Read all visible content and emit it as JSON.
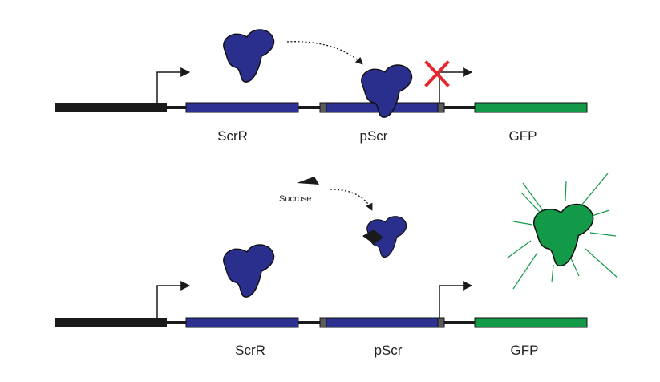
{
  "colors": {
    "repressor": "#2a2f8e",
    "gene_blue": "#2c3192",
    "gfp": "#139a48",
    "dna": "#1a1a1a",
    "operator": "#5a5a5a",
    "block_x": "#e8262b",
    "glow": "#139a48"
  },
  "top_panel": {
    "labels": {
      "gene1": "ScrR",
      "promoter": "pScr",
      "gene2": "GFP"
    },
    "transcription_blocked": true
  },
  "bottom_panel": {
    "labels": {
      "gene1": "ScrR",
      "promoter": "pScr",
      "gene2": "GFP"
    },
    "inducer_label": "Sucrose",
    "gfp_glowing": true
  }
}
